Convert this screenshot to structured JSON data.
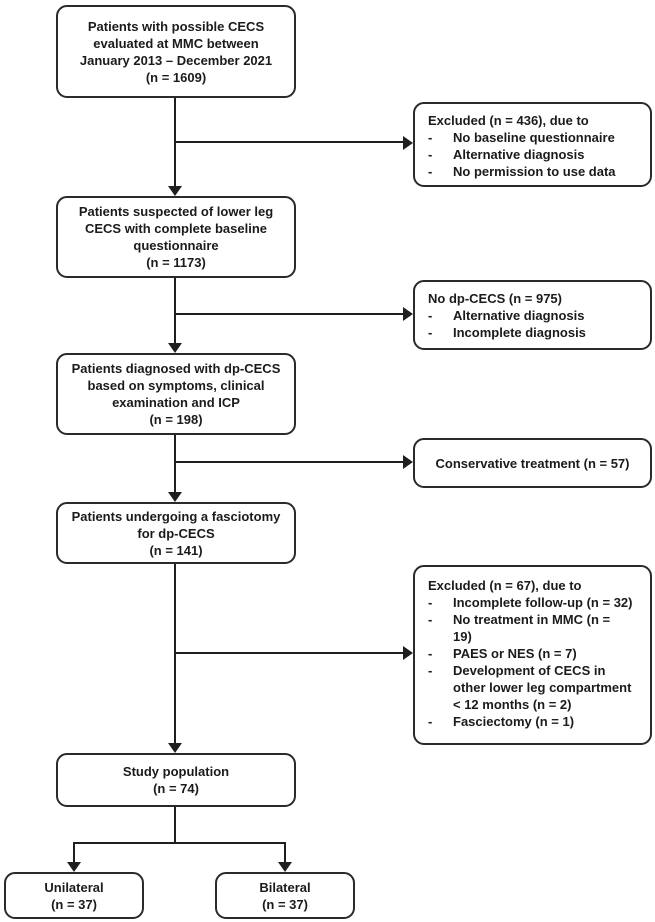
{
  "figure": {
    "type": "patient-flow-diagram",
    "bullet_char": "-",
    "main_boxes": [
      {
        "id": "eligible",
        "lines": [
          "Patients with possible CECS",
          "evaluated at MMC between",
          "January 2013 – December 2021",
          "(n = 1609)"
        ]
      },
      {
        "id": "suspected",
        "lines": [
          "Patients suspected of lower leg",
          "CECS with complete baseline",
          "questionnaire",
          "(n = 1173)"
        ]
      },
      {
        "id": "diagnosed",
        "lines": [
          "Patients diagnosed with dp-CECS",
          "based on symptoms, clinical",
          "examination and ICP",
          "(n = 198)"
        ]
      },
      {
        "id": "fasciotomy",
        "lines": [
          "Patients undergoing a fasciotomy",
          "for dp-CECS",
          "(n = 141)"
        ]
      },
      {
        "id": "study-population",
        "lines": [
          "Study population",
          "(n = 74)"
        ]
      }
    ],
    "side_boxes": [
      {
        "id": "excluded-baseline",
        "title": "Excluded (n = 436), due to",
        "items": [
          "No baseline questionnaire",
          "Alternative diagnosis",
          "No permission to use data"
        ]
      },
      {
        "id": "no-dp-cecs",
        "title": "No dp-CECS (n = 975)",
        "items": [
          "Alternative diagnosis",
          "Incomplete diagnosis"
        ]
      },
      {
        "id": "conservative",
        "title": "Conservative treatment (n = 57)",
        "items": []
      },
      {
        "id": "excluded-followup",
        "title": "Excluded (n = 67), due to",
        "items": [
          "Incomplete follow-up (n = 32)",
          "No treatment in MMC (n =\n19)",
          "PAES or NES (n = 7)",
          "Development of CECS in\nother lower leg compartment\n< 12 months (n = 2)",
          "Fasciectomy (n = 1)"
        ]
      }
    ],
    "leaf_boxes": [
      {
        "id": "unilateral",
        "lines": [
          "Unilateral",
          "(n = 37)"
        ]
      },
      {
        "id": "bilateral",
        "lines": [
          "Bilateral",
          "(n = 37)"
        ]
      }
    ],
    "colors": {
      "line": "#1f1f1f",
      "border": "#2a2a2a",
      "text": "#1b1b1b",
      "background": "#ffffff"
    }
  }
}
